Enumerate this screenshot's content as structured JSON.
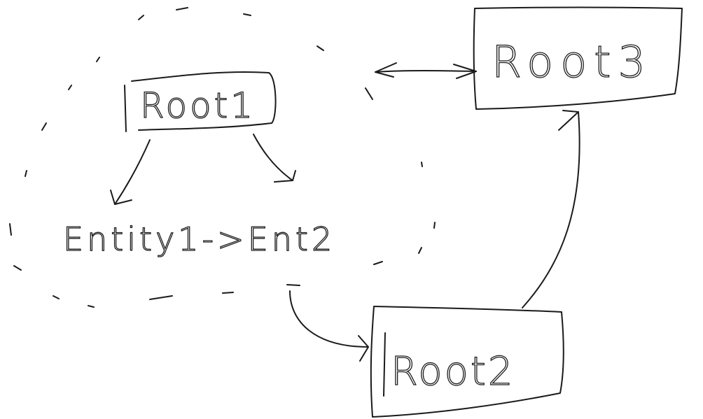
{
  "diagram": {
    "nodes": {
      "root1": {
        "label": "Root1"
      },
      "root2": {
        "label": "Root2"
      },
      "root3": {
        "label": "Root3"
      },
      "entities": {
        "label": "Entity1->Ent2"
      }
    },
    "edges": [
      {
        "from": "root1",
        "to": "entity1"
      },
      {
        "from": "root1",
        "to": "ent2"
      },
      {
        "from": "root1-cluster",
        "to": "root3",
        "bidirectional": true
      },
      {
        "from": "root1-cluster",
        "to": "root2"
      },
      {
        "from": "root2",
        "to": "root3"
      }
    ],
    "cluster": {
      "style": "dashed"
    },
    "colors": {
      "ink": "#1a1a1a",
      "background": "#ffffff"
    }
  }
}
